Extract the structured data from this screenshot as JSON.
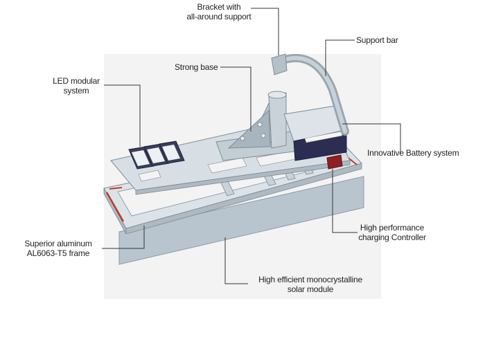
{
  "labels": {
    "bracket": {
      "line1": "Bracket with",
      "line2": "all-around support"
    },
    "support_bar": {
      "line1": "Support bar"
    },
    "strong_base": {
      "line1": "Strong base"
    },
    "led": {
      "line1": "LED modular",
      "line2": "system"
    },
    "battery": {
      "line1": "Innovative Battery system"
    },
    "controller": {
      "line1": "High performance",
      "line2": "charging Controller"
    },
    "frame": {
      "line1": "Superior aluminum",
      "line2": "AL6063-T5 frame"
    },
    "solar": {
      "line1": "High efficient monocrystalline",
      "line2": "solar module"
    }
  },
  "colors": {
    "backdrop": "#f3f3f3",
    "frame_face": "#c9d3da",
    "frame_edge": "#7d8b95",
    "panel": "#b9c6cf",
    "accent_red": "#c0392b",
    "controller": "#8e1f24",
    "battery_dark": "#2b2d52",
    "leader_line": "#333333"
  }
}
